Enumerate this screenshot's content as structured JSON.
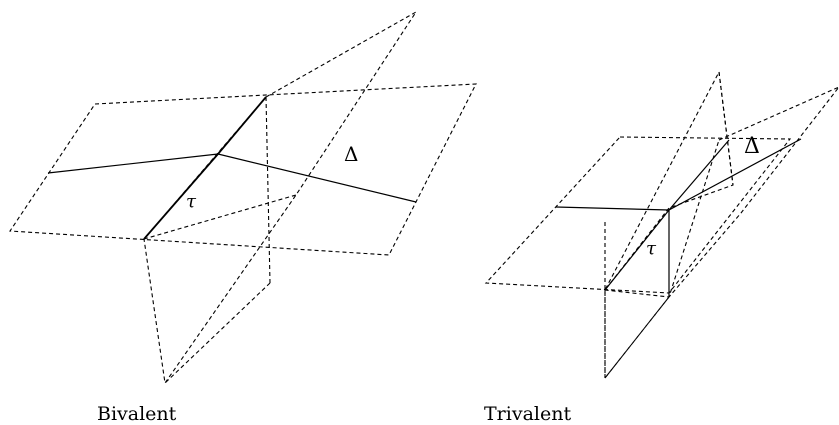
{
  "diagrams": [
    {
      "caption": "Bivalent",
      "delta_label": "Δ",
      "tau_label": "τ"
    },
    {
      "caption": "Trivalent",
      "delta_label": "Δ",
      "tau_label": "τ"
    }
  ],
  "style": {
    "line_color": "#000000",
    "background": "#ffffff"
  }
}
